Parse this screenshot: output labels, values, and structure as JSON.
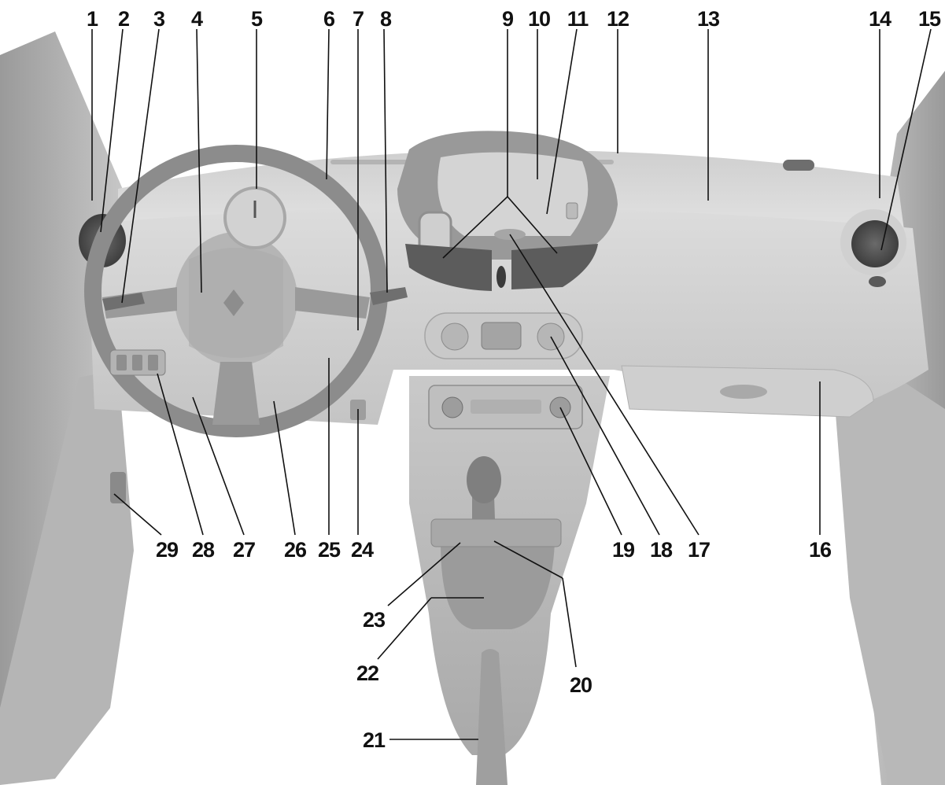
{
  "diagram": {
    "callouts": [
      "1",
      "2",
      "3",
      "4",
      "5",
      "6",
      "7",
      "8",
      "9",
      "10",
      "11",
      "12",
      "13",
      "14",
      "15",
      "16",
      "17",
      "18",
      "19",
      "20",
      "21",
      "22",
      "23",
      "24",
      "25",
      "26",
      "27",
      "28",
      "29"
    ]
  },
  "colors": {
    "background": "#ffffff",
    "label": "#111111",
    "dash_light": "#d9d9d9",
    "dash_mid": "#bdbdbd",
    "dash_dark": "#8a8a8a",
    "vent_dark": "#5a5a5a"
  }
}
